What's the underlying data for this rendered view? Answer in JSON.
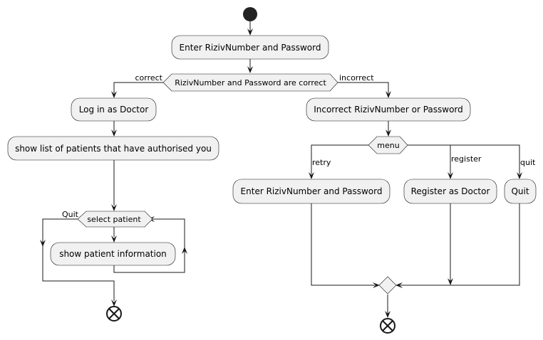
{
  "activities": {
    "enter_credentials": "Enter RizivNumber and Password",
    "login_doctor": "Log in as Doctor",
    "show_patient_list": "show list of patients that have authorised you",
    "show_patient_info": "show patient information",
    "incorrect_credentials": "Incorrect RizivNumber or Password",
    "retry_enter_credentials": "Enter RizivNumber and Password",
    "register_doctor": "Register as Doctor",
    "quit": "Quit"
  },
  "decisions": {
    "check_credentials": "RizivNumber and Password are correct",
    "menu": "menu",
    "select_patient": "select patient"
  },
  "edge_labels": {
    "correct": "correct",
    "incorrect": "incorrect",
    "retry": "retry",
    "register": "register",
    "quit": "quit",
    "loop_quit": "Quit"
  }
}
